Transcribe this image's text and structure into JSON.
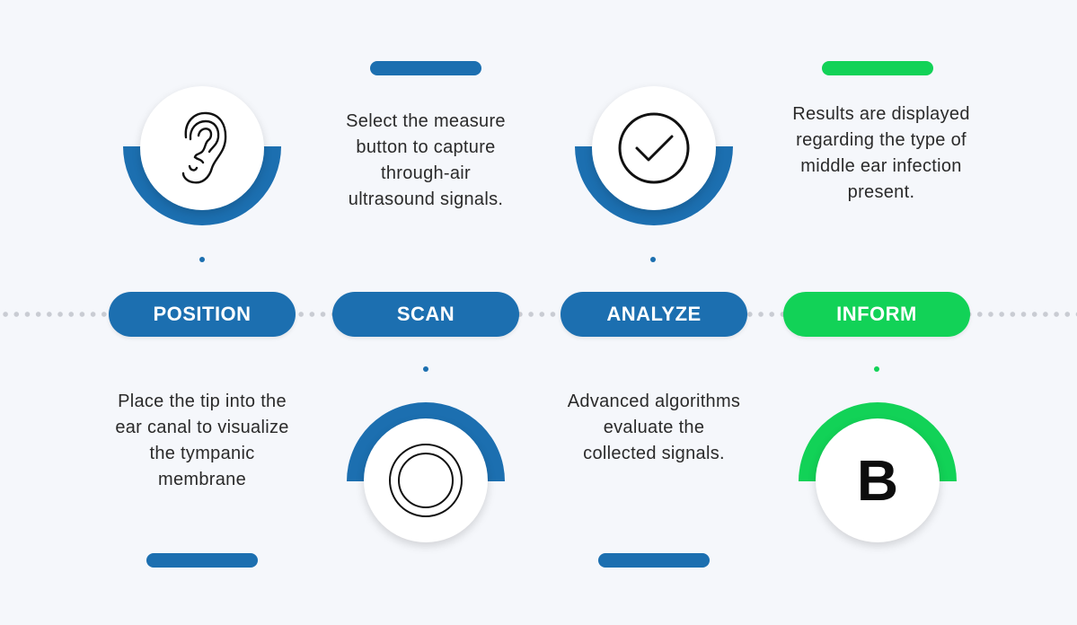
{
  "colors": {
    "blue": "#1c6fb0",
    "green": "#12d257",
    "timeline_dots": "#c9ccd3",
    "background": "#f5f7fb"
  },
  "steps": [
    {
      "label": "POSITION",
      "color": "#1c6fb0",
      "icon": "ear-icon",
      "description": [
        "Place the tip into the",
        "ear canal to visualize",
        "the tympanic",
        "membrane"
      ]
    },
    {
      "label": "SCAN",
      "color": "#1c6fb0",
      "icon": "concentric-circles-icon",
      "description": [
        "Select the measure",
        "button to capture",
        "through-air",
        "ultrasound signals."
      ]
    },
    {
      "label": "ANALYZE",
      "color": "#1c6fb0",
      "icon": "checkmark-circle-icon",
      "description": [
        "Advanced algorithms",
        "evaluate the",
        "collected signals."
      ]
    },
    {
      "label": "INFORM",
      "color": "#12d257",
      "icon": "letter-b-icon",
      "icon_text": "B",
      "description": [
        "Results are displayed",
        "regarding the type of",
        "middle ear infection",
        "present."
      ]
    }
  ]
}
